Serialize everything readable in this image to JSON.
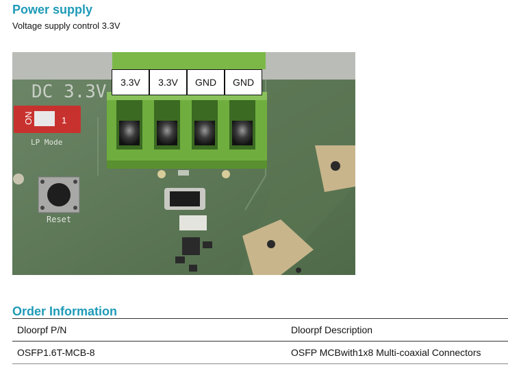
{
  "power_supply": {
    "title": "Power supply",
    "subtitle": "Voltage supply control 3.3V",
    "photo": {
      "board_silkscreen_text": "DC 3.3V",
      "switch_label": "ON",
      "switch_number": "1",
      "lp_mode_label": "LP Mode",
      "reset_label": "Reset",
      "terminal_labels": [
        "3.3V",
        "3.3V",
        "GND",
        "GND"
      ]
    }
  },
  "order_information": {
    "title": "Order Information",
    "columns": [
      "Dloorpf P/N",
      "Dloorpf Description"
    ],
    "rows": [
      [
        "OSFP1.6T-MCB-8",
        "OSFP MCBwith1x8 Multi-coaxial Connectors"
      ]
    ]
  },
  "colors": {
    "heading": "#1f9ab8",
    "pcb_green": "#5e7a55",
    "terminal_green": "#6fae3e",
    "switch_red": "#c8322e"
  }
}
